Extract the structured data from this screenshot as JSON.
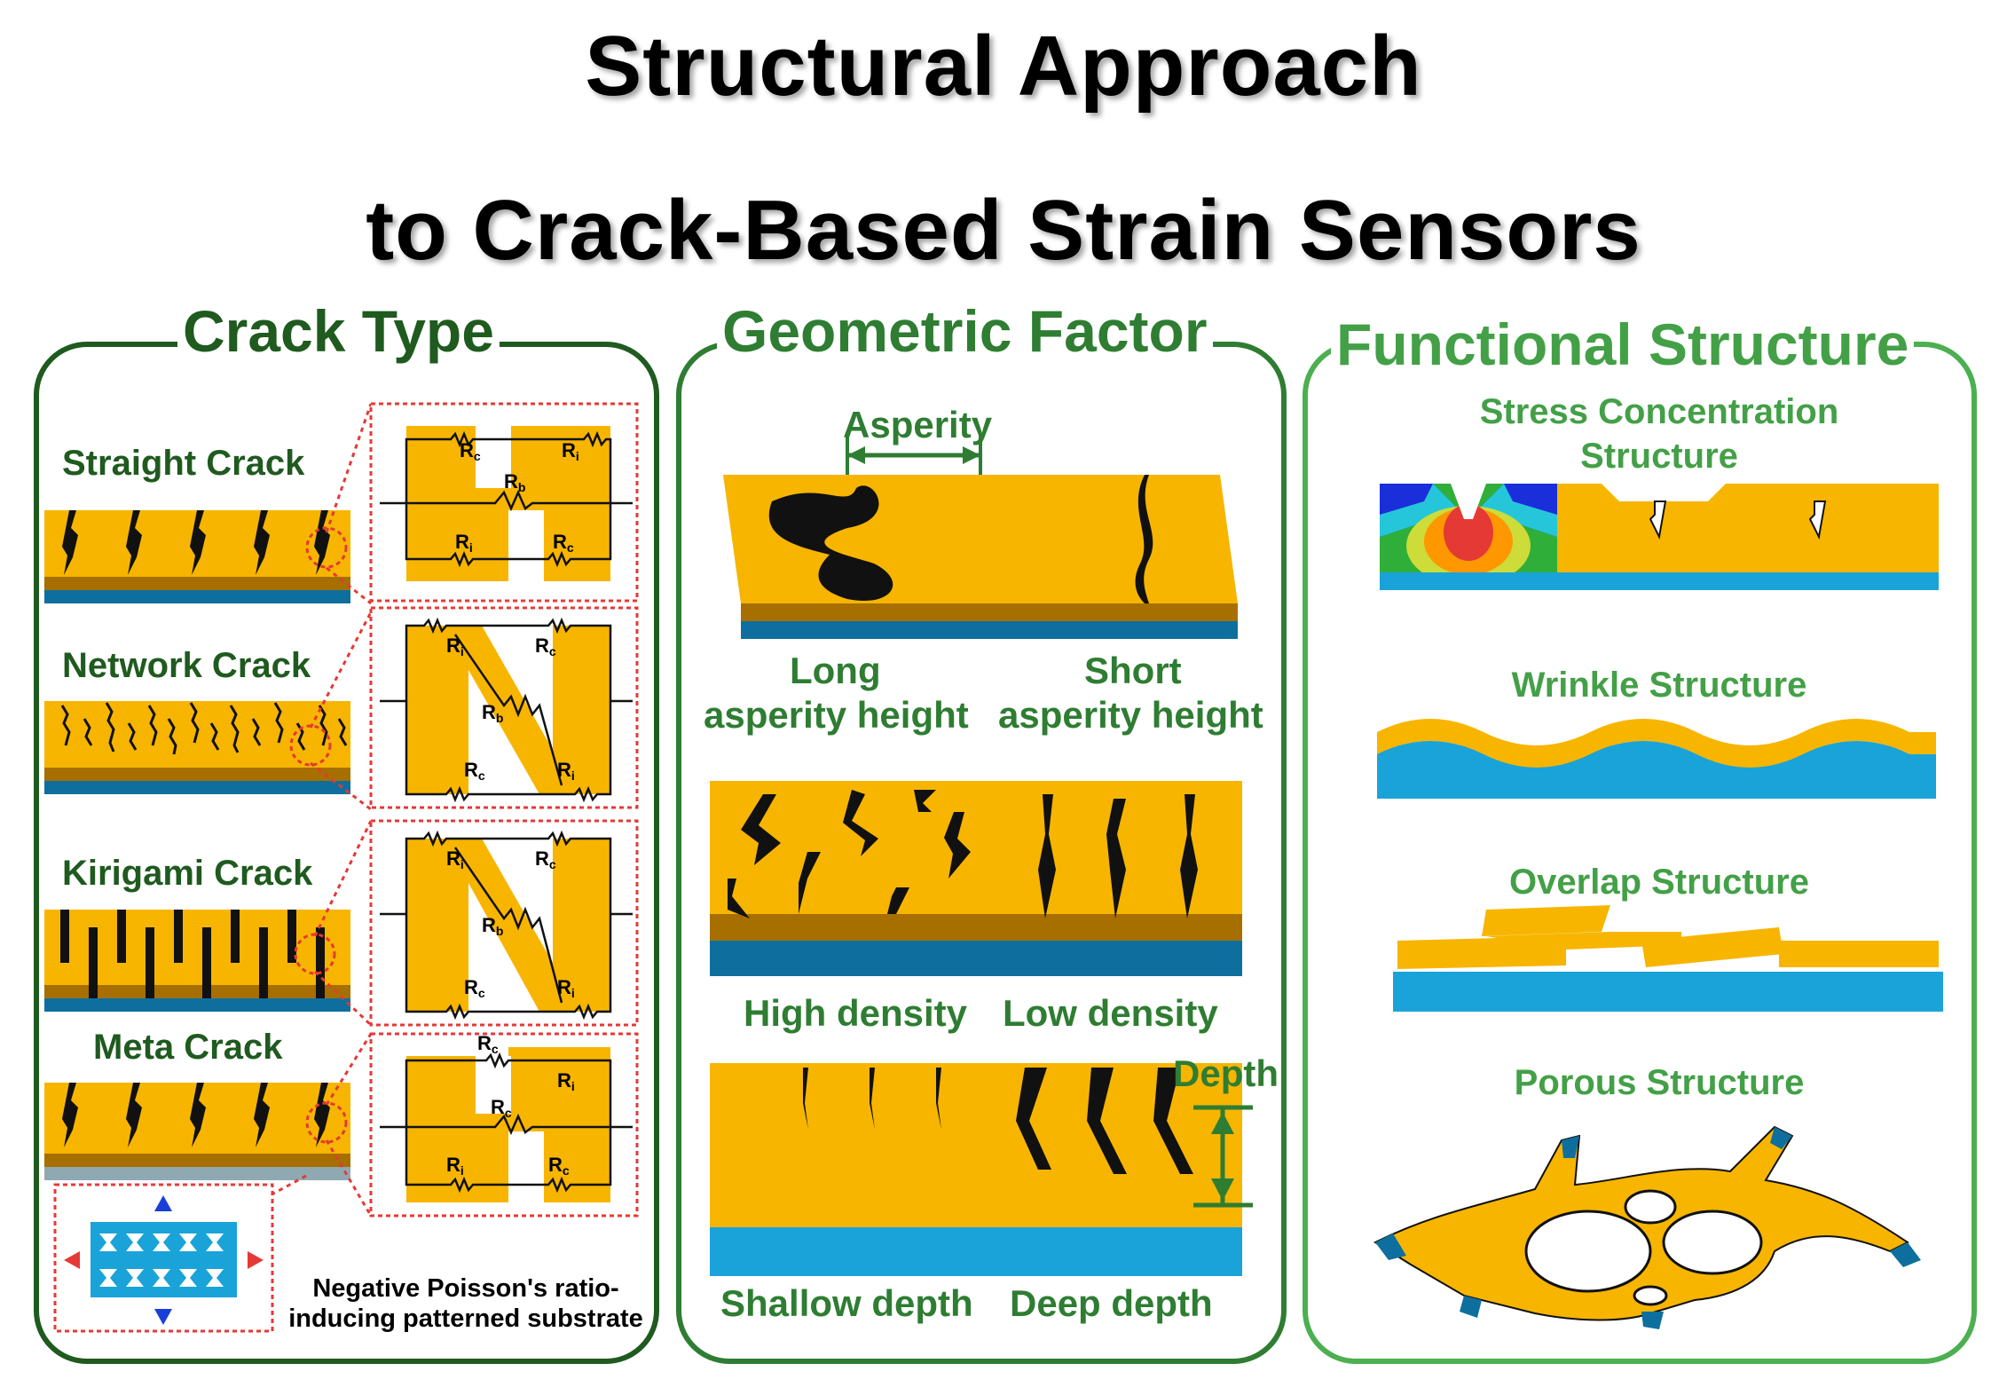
{
  "title": {
    "line1": "Structural Approach",
    "line2": "to Crack-Based Strain Sensors"
  },
  "panels": {
    "crack_type": {
      "title": "Crack Type",
      "items": [
        {
          "label": "Straight Crack"
        },
        {
          "label": "Network Crack"
        },
        {
          "label": "Kirigami Crack"
        },
        {
          "label": "Meta Crack"
        }
      ],
      "note": "Negative Poisson's ratio-inducing patterned substrate",
      "resistor_labels": [
        "Rc",
        "Ri",
        "Rb"
      ]
    },
    "geometric_factor": {
      "title": "Geometric Factor",
      "asperity_label": "Asperity",
      "long_label": "Long",
      "short_label": "Short",
      "asperity_height_label": "asperity height",
      "high_density": "High density",
      "low_density": "Low density",
      "depth_label": "Depth",
      "shallow_depth": "Shallow depth",
      "deep_depth": "Deep depth"
    },
    "functional_structure": {
      "title": "Functional Structure",
      "stress_line1": "Stress Concentration",
      "stress_line2": "Structure",
      "wrinkle": "Wrinkle Structure",
      "overlap": "Overlap Structure",
      "porous": "Porous Structure"
    }
  },
  "colors": {
    "film": "#f7b500",
    "film_dark": "#b07800",
    "substrate": "#0e6f9e",
    "substrate_light": "#1aa3d9",
    "crack": "#111111",
    "panel1": "#1f5a1f",
    "panel2": "#2e7d32",
    "panel3": "#43a047"
  }
}
